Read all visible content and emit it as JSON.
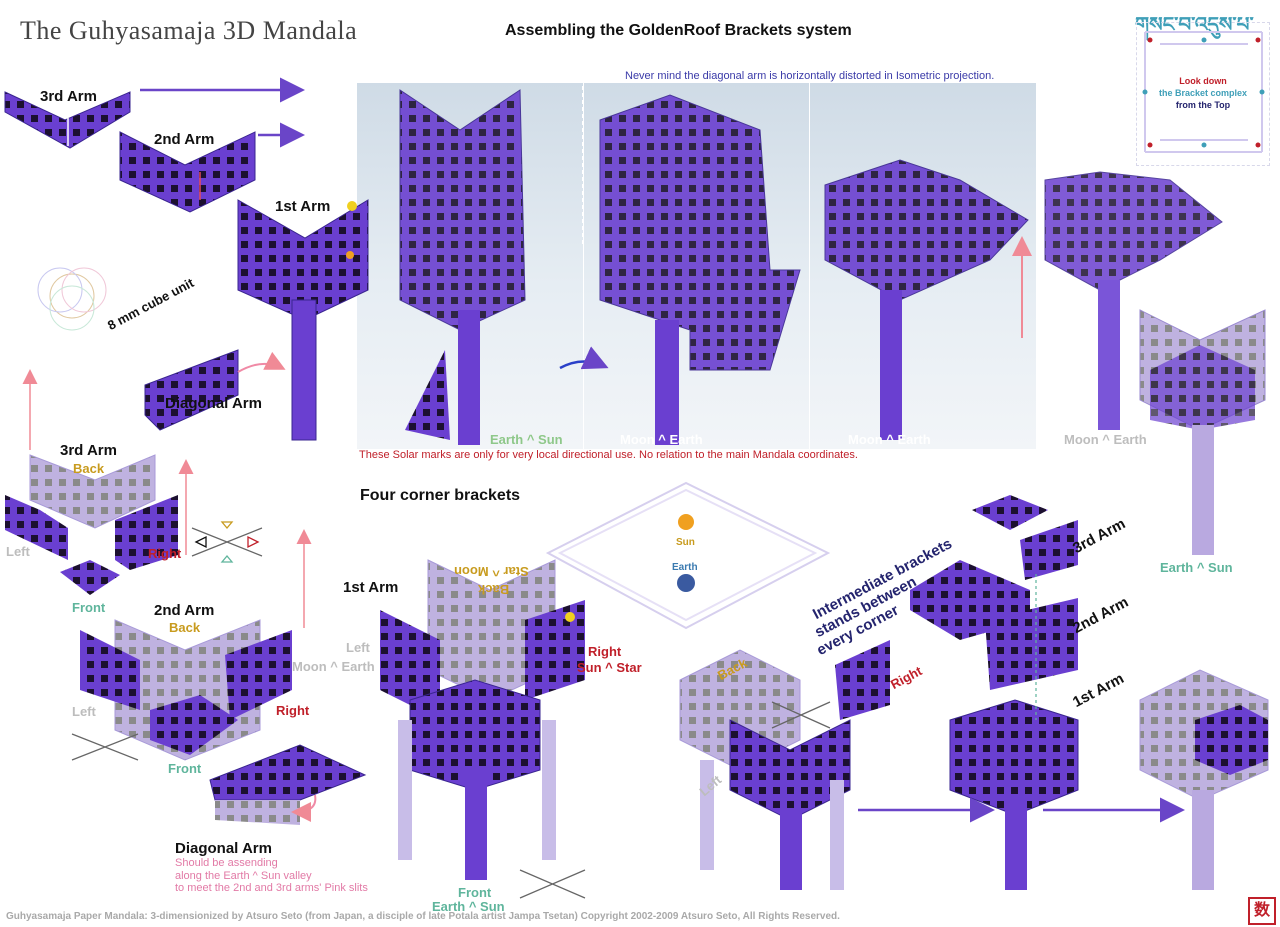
{
  "page": {
    "title": "The Guhyasamaja 3D Mandala",
    "heading": "Assembling the GoldenRoof Brackets system",
    "tibetan": "གསང་བ་འདུས་པ་",
    "footer": "Guhyasamaja Paper Mandala: 3-dimensionized by Atsuro Seto (from Japan, a disciple of late Potala artist Jampa Tsetan) Copyright 2002-2009 Atsuro Seto, All Rights Reserved.",
    "seal": "数"
  },
  "topview": {
    "line1": "Look down",
    "line2": "the Bracket complex",
    "line3": "from the Top"
  },
  "notes": {
    "isometric": "Never mind the diagonal arm is horizontally distorted in Isometric projection.",
    "solar": "These Solar marks are only for very local directional use. No relation to the main Mandala coordinates."
  },
  "photos": {
    "p1_caption": "Earth ^ Sun",
    "p2_caption": "Moon ^ Earth",
    "p3_caption": "Moon ^ Earth",
    "p4_caption": "Moon ^ Earth",
    "p5_caption": "Earth ^ Sun"
  },
  "left_column": {
    "arm3": "3rd Arm",
    "arm2": "2nd Arm",
    "arm1": "1st Arm",
    "cube_unit": "8 mm cube unit",
    "diagonal": "Diagonal Arm"
  },
  "assembly3": {
    "title": "3rd Arm",
    "back": "Back",
    "left": "Left",
    "right": "Right",
    "front": "Front"
  },
  "assembly2": {
    "title": "2nd Arm",
    "back": "Back",
    "left": "Left",
    "right": "Right",
    "front": "Front",
    "moon_earth": "Moon ^ Earth"
  },
  "diagonal_block": {
    "title": "Diagonal Arm",
    "desc1": "Should be assending",
    "desc2": "along the Earth ^ Sun valley",
    "desc3": "to meet the 2nd and 3rd arms' Pink slits"
  },
  "corner": {
    "title": "Four corner brackets",
    "arm1": "1st Arm",
    "back_star": "Back",
    "star_moon": "Star ^ Moon",
    "left": "Left",
    "right": "Right",
    "sun_star": "Sun ^ Star",
    "front": "Front",
    "earth_sun": "Earth ^ Sun",
    "sun": "Sun",
    "earth": "Earth"
  },
  "intermediate": {
    "line1": "Intermediate brackets",
    "line2": "stands between",
    "line3": "every corner",
    "arm3": "3rd Arm",
    "arm2": "2nd Arm",
    "arm1": "1st Arm",
    "back": "Back",
    "right": "Right",
    "left": "Left"
  },
  "colors": {
    "purple": "#6a3fd0",
    "purple_light": "#b9a9e0",
    "accent_red": "#c0202a",
    "accent_gold": "#c89b1e",
    "accent_teal": "#5fb59c",
    "arrow": "#6a45c8"
  }
}
